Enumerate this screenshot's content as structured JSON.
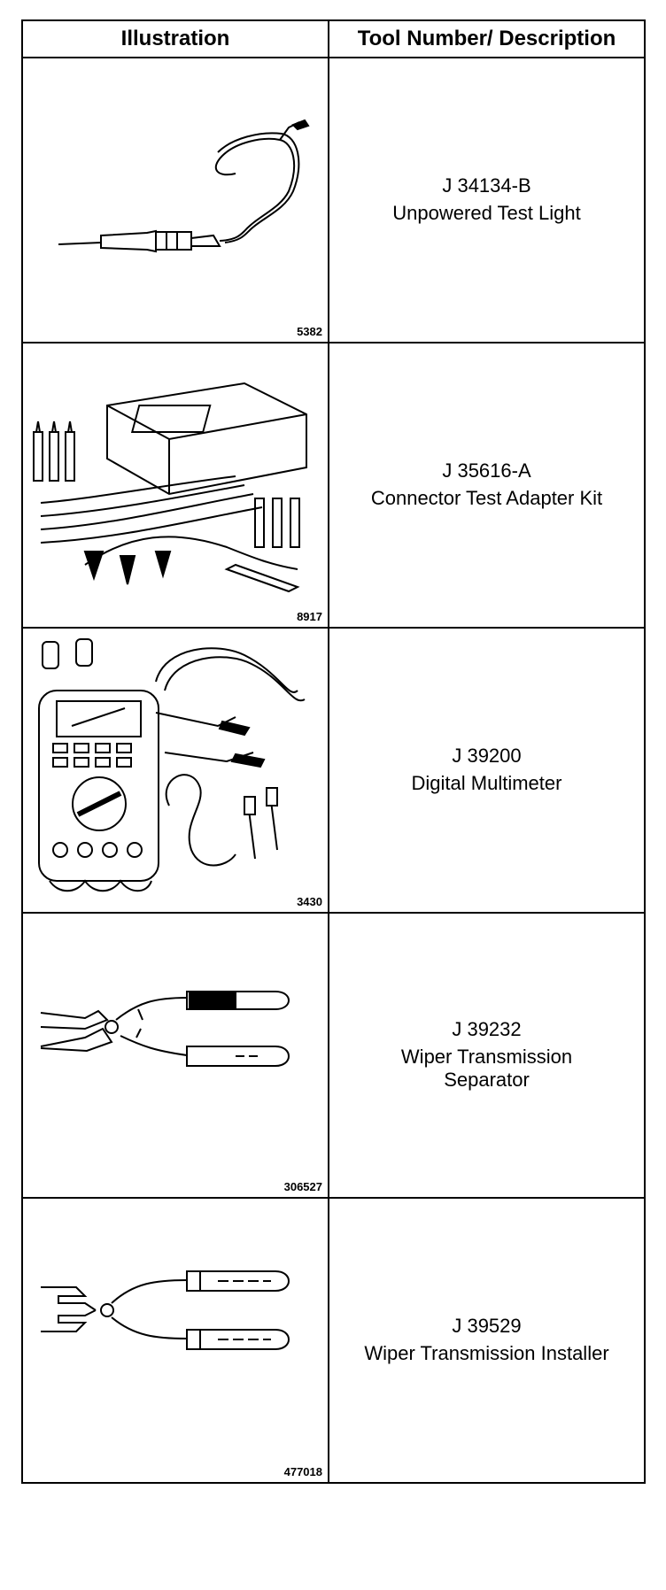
{
  "table": {
    "headers": [
      "Illustration",
      "Tool Number/ Description"
    ],
    "rows": [
      {
        "figure": "5382",
        "number": "J 34134-B",
        "name": "Unpowered Test Light",
        "icon": "test-light"
      },
      {
        "figure": "8917",
        "number": "J 35616-A",
        "name": "Connector Test Adapter Kit",
        "icon": "adapter-kit"
      },
      {
        "figure": "3430",
        "number": "J 39200",
        "name": "Digital Multimeter",
        "icon": "multimeter"
      },
      {
        "figure": "306527",
        "number": "J 39232",
        "name": "Wiper Transmission Separator",
        "icon": "separator-pliers"
      },
      {
        "figure": "477018",
        "number": "J 39529",
        "name": "Wiper Transmission Installer",
        "icon": "installer-pliers"
      }
    ]
  }
}
